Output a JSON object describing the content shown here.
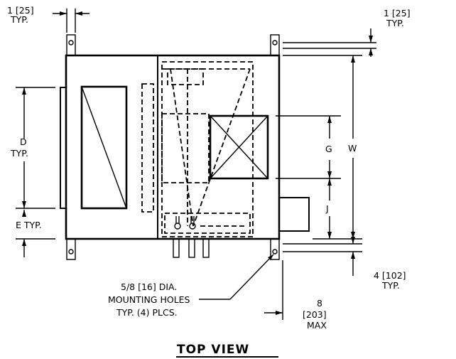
{
  "labels": {
    "top_left_dim": "1 [25]",
    "top_left_typ": "TYP.",
    "top_right_dim": "1 [25]",
    "top_right_typ": "TYP.",
    "d_label": "D",
    "d_typ": "TYP.",
    "e_typ": "E TYP.",
    "g_label": "G",
    "j_label": "J",
    "w_label": "W",
    "bottom_right_dim": "4 [102]",
    "bottom_right_typ": "TYP.",
    "holes_line1": "5/8 [16] DIA.",
    "holes_line2": "MOUNTING HOLES",
    "holes_line3": "TYP. (4) PLCS.",
    "max_line1": "8",
    "max_line2": "[203]",
    "max_line3": "MAX",
    "title": "TOP VIEW"
  }
}
